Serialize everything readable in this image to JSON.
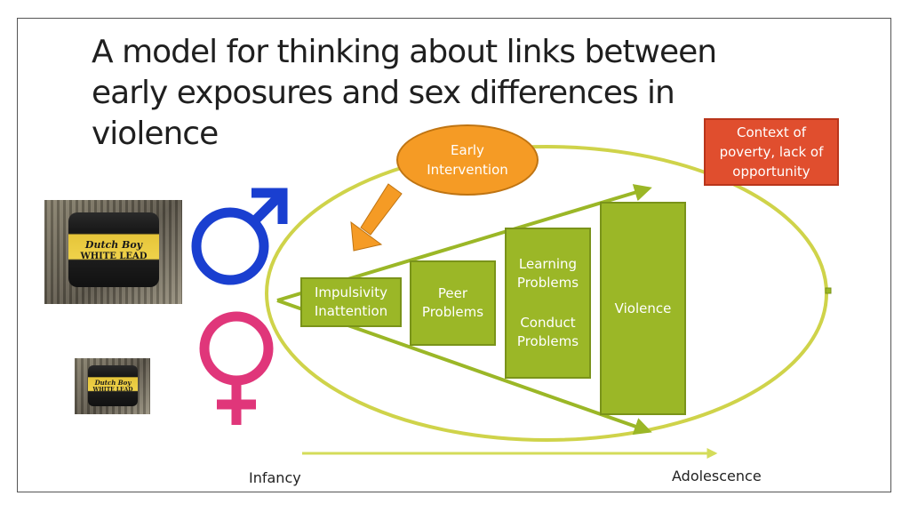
{
  "title": {
    "lines": [
      "A model for thinking about links between",
      "early exposures and sex differences in",
      "violence"
    ]
  },
  "context_box": {
    "lines": [
      "Context of",
      "poverty, lack of",
      "opportunity"
    ]
  },
  "early_intervention": {
    "lines": [
      "Early",
      "Intervention"
    ]
  },
  "stages": {
    "impulsivity": [
      "Impulsivity",
      "Inattention"
    ],
    "peer": [
      "Peer",
      "Problems"
    ],
    "learning": [
      "Learning",
      "Problems"
    ],
    "conduct": [
      "Conduct",
      "Problems"
    ],
    "violence": "Violence"
  },
  "timeline": {
    "start_label": "Infancy",
    "end_label": "Adolescence"
  },
  "photo_labels": {
    "brand_top": "Dutch Boy",
    "brand_bottom": "WHITE LEAD"
  },
  "colors": {
    "green_box": "#9bb727",
    "arrow_green": "#9bb727",
    "ellipse": "#cfd34a",
    "orange": "#f59b25",
    "context_red": "#e04e2e",
    "male_blue": "#1a3fd0",
    "female_pink": "#e0367a"
  },
  "icons": {
    "male": "male-symbol-icon",
    "female": "female-symbol-icon"
  }
}
